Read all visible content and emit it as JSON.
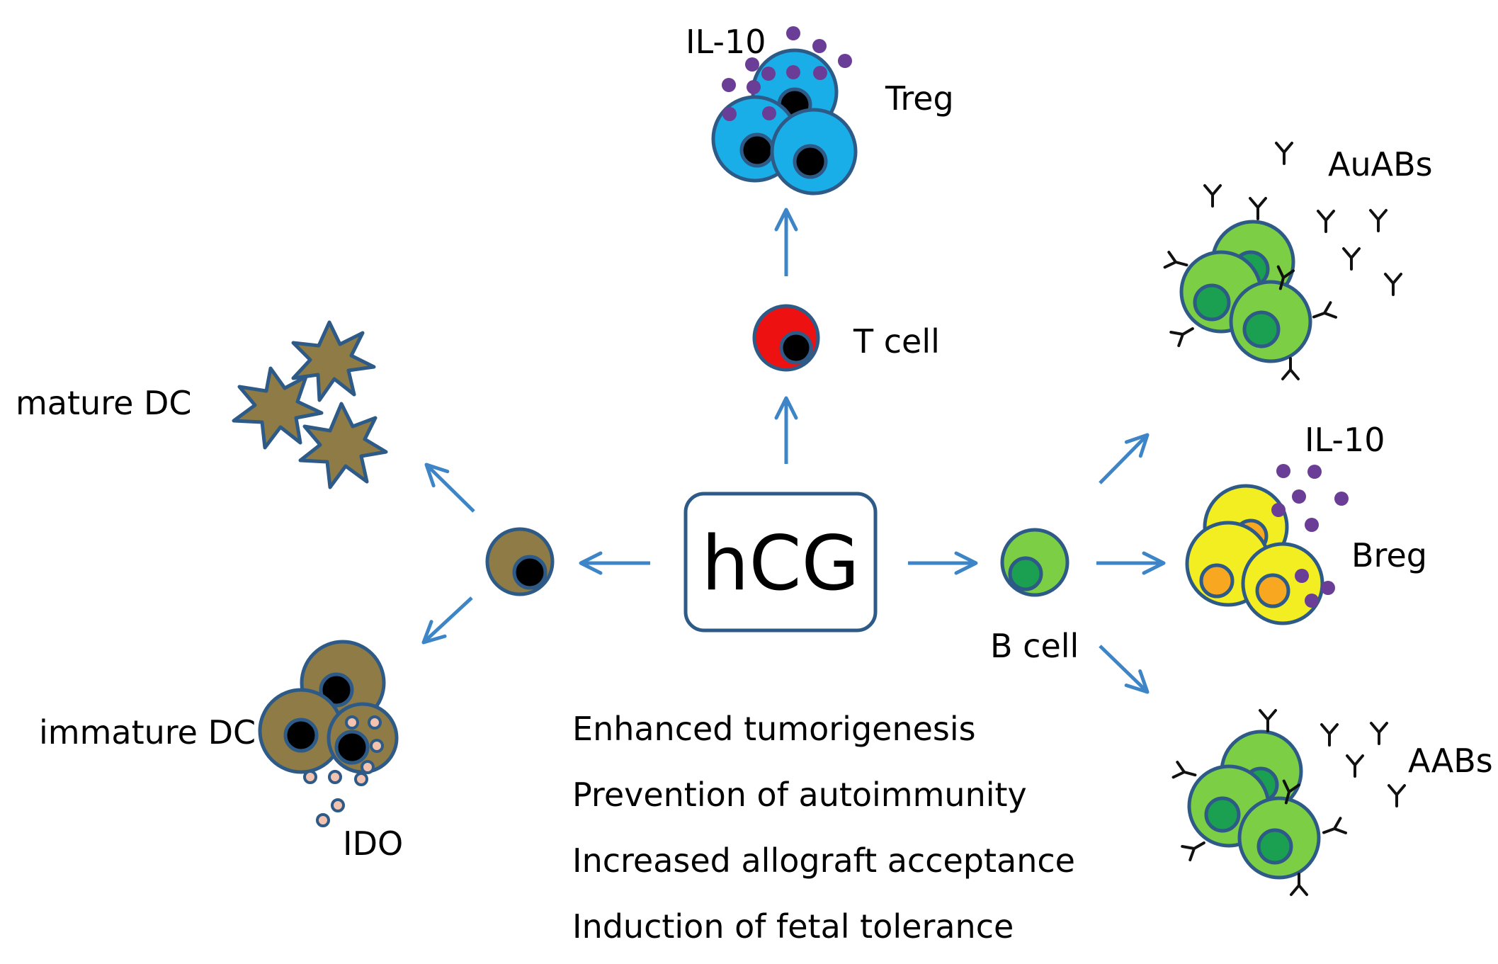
{
  "center": {
    "label": "hCG"
  },
  "cells": {
    "t_cell": "T cell",
    "treg": "Treg",
    "treg_cytokine": "IL-10",
    "b_cell": "B cell",
    "breg": "Breg",
    "breg_cytokine": "IL-10",
    "auabs": "AuABs",
    "aabs": "AABs",
    "mature_dc": "mature DC",
    "immature_dc": "immature DC",
    "ido": "IDO"
  },
  "outcomes": [
    "Enhanced tumorigenesis",
    "Prevention of autoimmunity",
    "Increased allograft acceptance",
    "Induction of fetal tolerance"
  ],
  "colors": {
    "arrow": "#3d85c6",
    "outline": "#2e5a87",
    "treg_fill": "#1aaee8",
    "t_cell_fill": "#ee1111",
    "b_cell_fill": "#7ccf45",
    "b_nucleus": "#1aa050",
    "breg_fill": "#f2ee22",
    "breg_nucleus": "#f7a820",
    "dc_fill": "#8e7b45",
    "il10_dot": "#6a3d96",
    "ido_dot": "#f3c3b0"
  }
}
